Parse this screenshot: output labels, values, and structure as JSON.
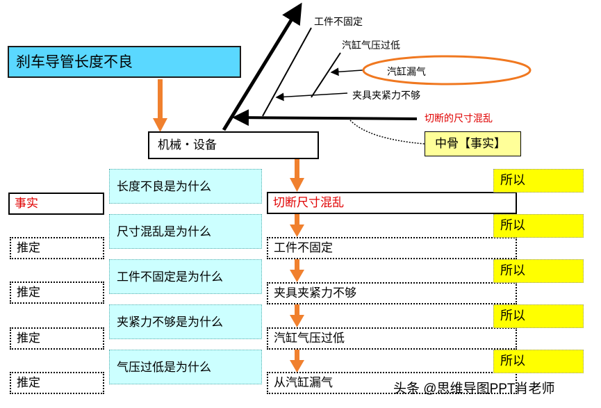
{
  "title": "刹车导管长度不良",
  "machine": "机械・设备",
  "fact_label": "中骨【事实】",
  "bones": [
    "工件不固定",
    "汽缸气压过低",
    "汽缸漏气",
    "夹具夹紧力不够",
    "切断的尺寸混乱"
  ],
  "questions": [
    "长度不良是为什么",
    "尺寸混乱是为什么",
    "工件不固定是为什么",
    "夹紧力不够是为什么",
    "气压过低是为什么"
  ],
  "left_labels": [
    "事实",
    "推定",
    "推定",
    "推定",
    "推定"
  ],
  "answers": [
    "切断尺寸混乱",
    "工件不固定",
    "夹具夹紧力不够",
    "汽缸气压过低",
    "从汽缸漏气"
  ],
  "so_label": "所以",
  "watermark": "头条 @思维导图PPT肖老师"
}
